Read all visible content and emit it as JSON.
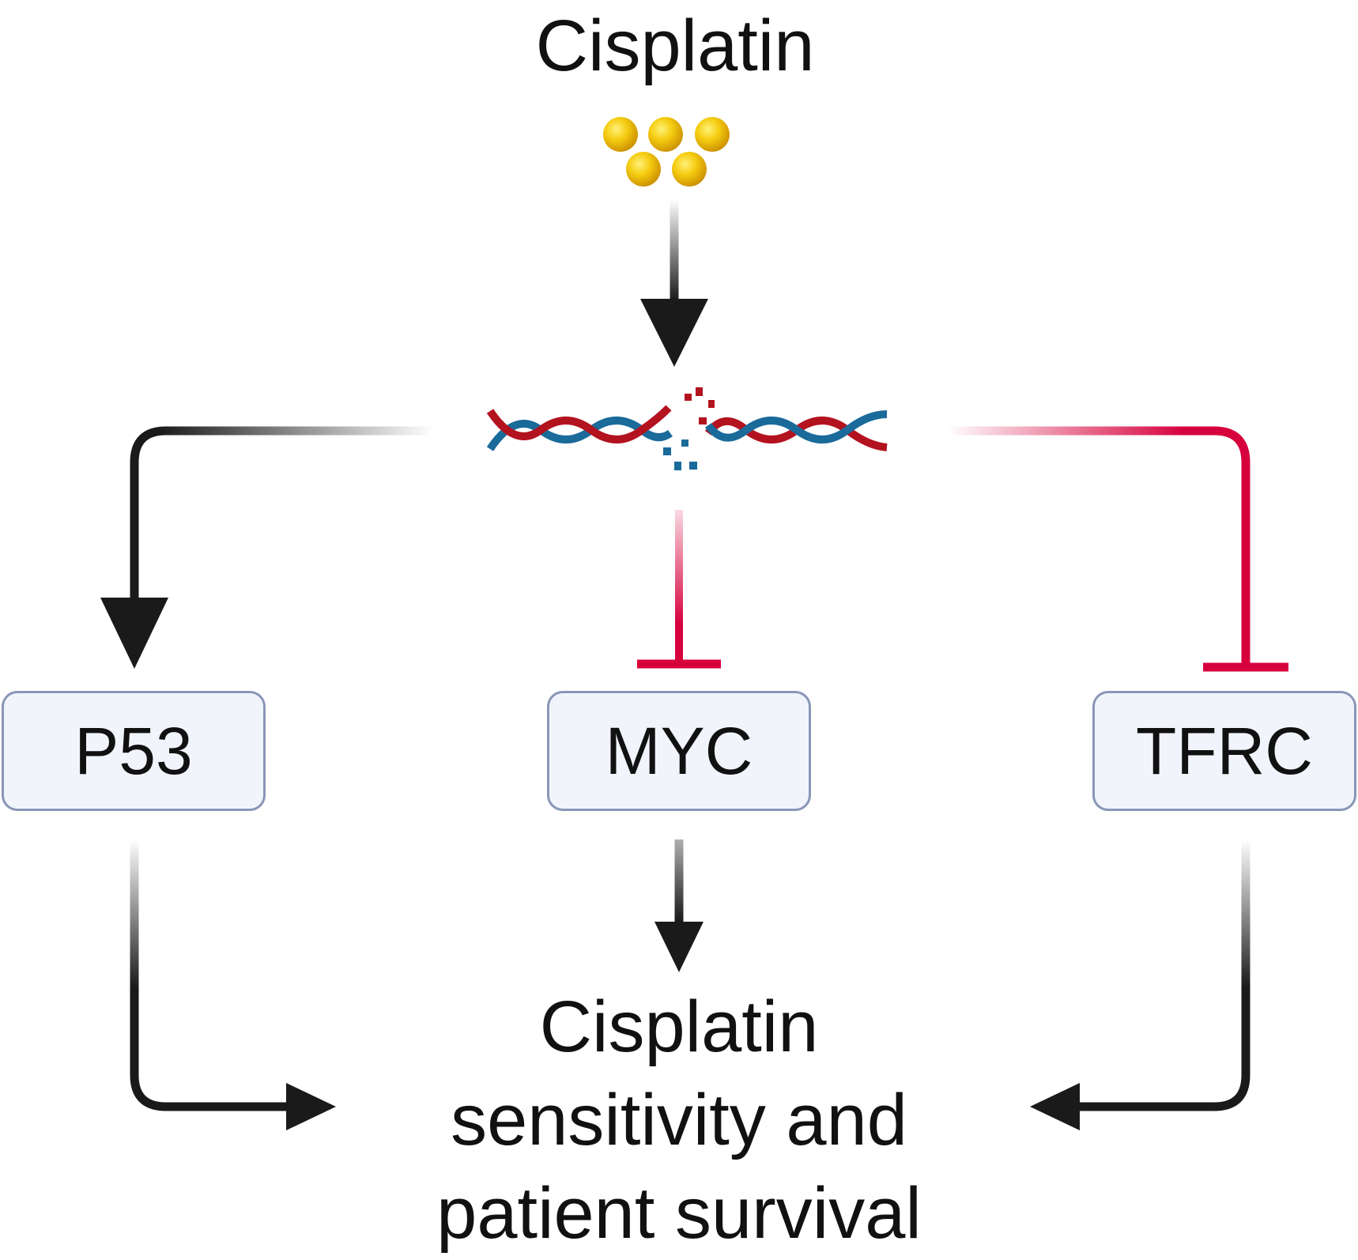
{
  "figure": {
    "top_label": "Cisplatin",
    "outcome_lines": [
      "Cisplatin",
      "sensitivity and",
      "patient survival"
    ]
  },
  "nodes": {
    "p53": "P53",
    "myc": "MYC",
    "tfrc": "TFRC"
  },
  "edges": [
    {
      "from": "Cisplatin",
      "to": "DNA",
      "type": "activation",
      "color": "#1a1a1a"
    },
    {
      "from": "DNA",
      "to": "P53",
      "type": "activation",
      "color": "#1a1a1a"
    },
    {
      "from": "DNA",
      "to": "MYC",
      "type": "inhibition",
      "color": "#d6003c"
    },
    {
      "from": "DNA",
      "to": "TFRC",
      "type": "inhibition",
      "color": "#d6003c"
    },
    {
      "from": "P53",
      "to": "outcome",
      "type": "activation",
      "color": "#1a1a1a"
    },
    {
      "from": "MYC",
      "to": "outcome",
      "type": "activation",
      "color": "#1a1a1a"
    },
    {
      "from": "TFRC",
      "to": "outcome",
      "type": "activation",
      "color": "#1a1a1a"
    }
  ],
  "colors": {
    "drug_particle": "#f2c200",
    "dna_strand_red": "#b3121f",
    "dna_strand_blue": "#1a6a9a",
    "inhibition": "#d6003c",
    "activation": "#1a1a1a",
    "box_border": "#8a96b8",
    "box_fill": "#f1f5fb"
  }
}
